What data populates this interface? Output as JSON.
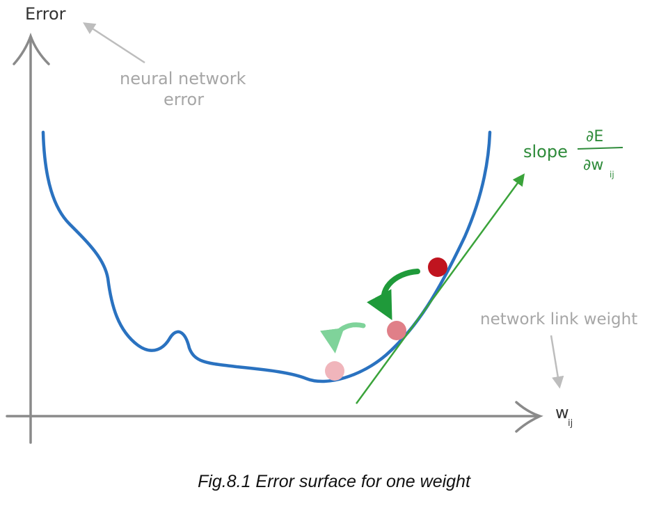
{
  "labels": {
    "y_axis": "Error",
    "error_note_line1": "neural network",
    "error_note_line2": "error",
    "slope_word": "slope",
    "slope_numerator": "∂E",
    "slope_denominator": "∂w",
    "slope_denominator_sub": "ij",
    "weight_note": "network link weight",
    "x_axis": "w",
    "x_axis_sub": "ij"
  },
  "caption": "Fig.8.1 Error surface for one weight",
  "colors": {
    "axis": "#8a8a8a",
    "curve": "#2a72c0",
    "tangent": "#3aa33a",
    "slope_text": "#2e8b3a",
    "ball_current": "#c0141f",
    "ball_next": "#e07f88",
    "ball_after": "#f0b5bb",
    "arrow_dark": "#1f9a3a",
    "arrow_light": "#7fd39a",
    "note_text": "#a6a6a6"
  }
}
